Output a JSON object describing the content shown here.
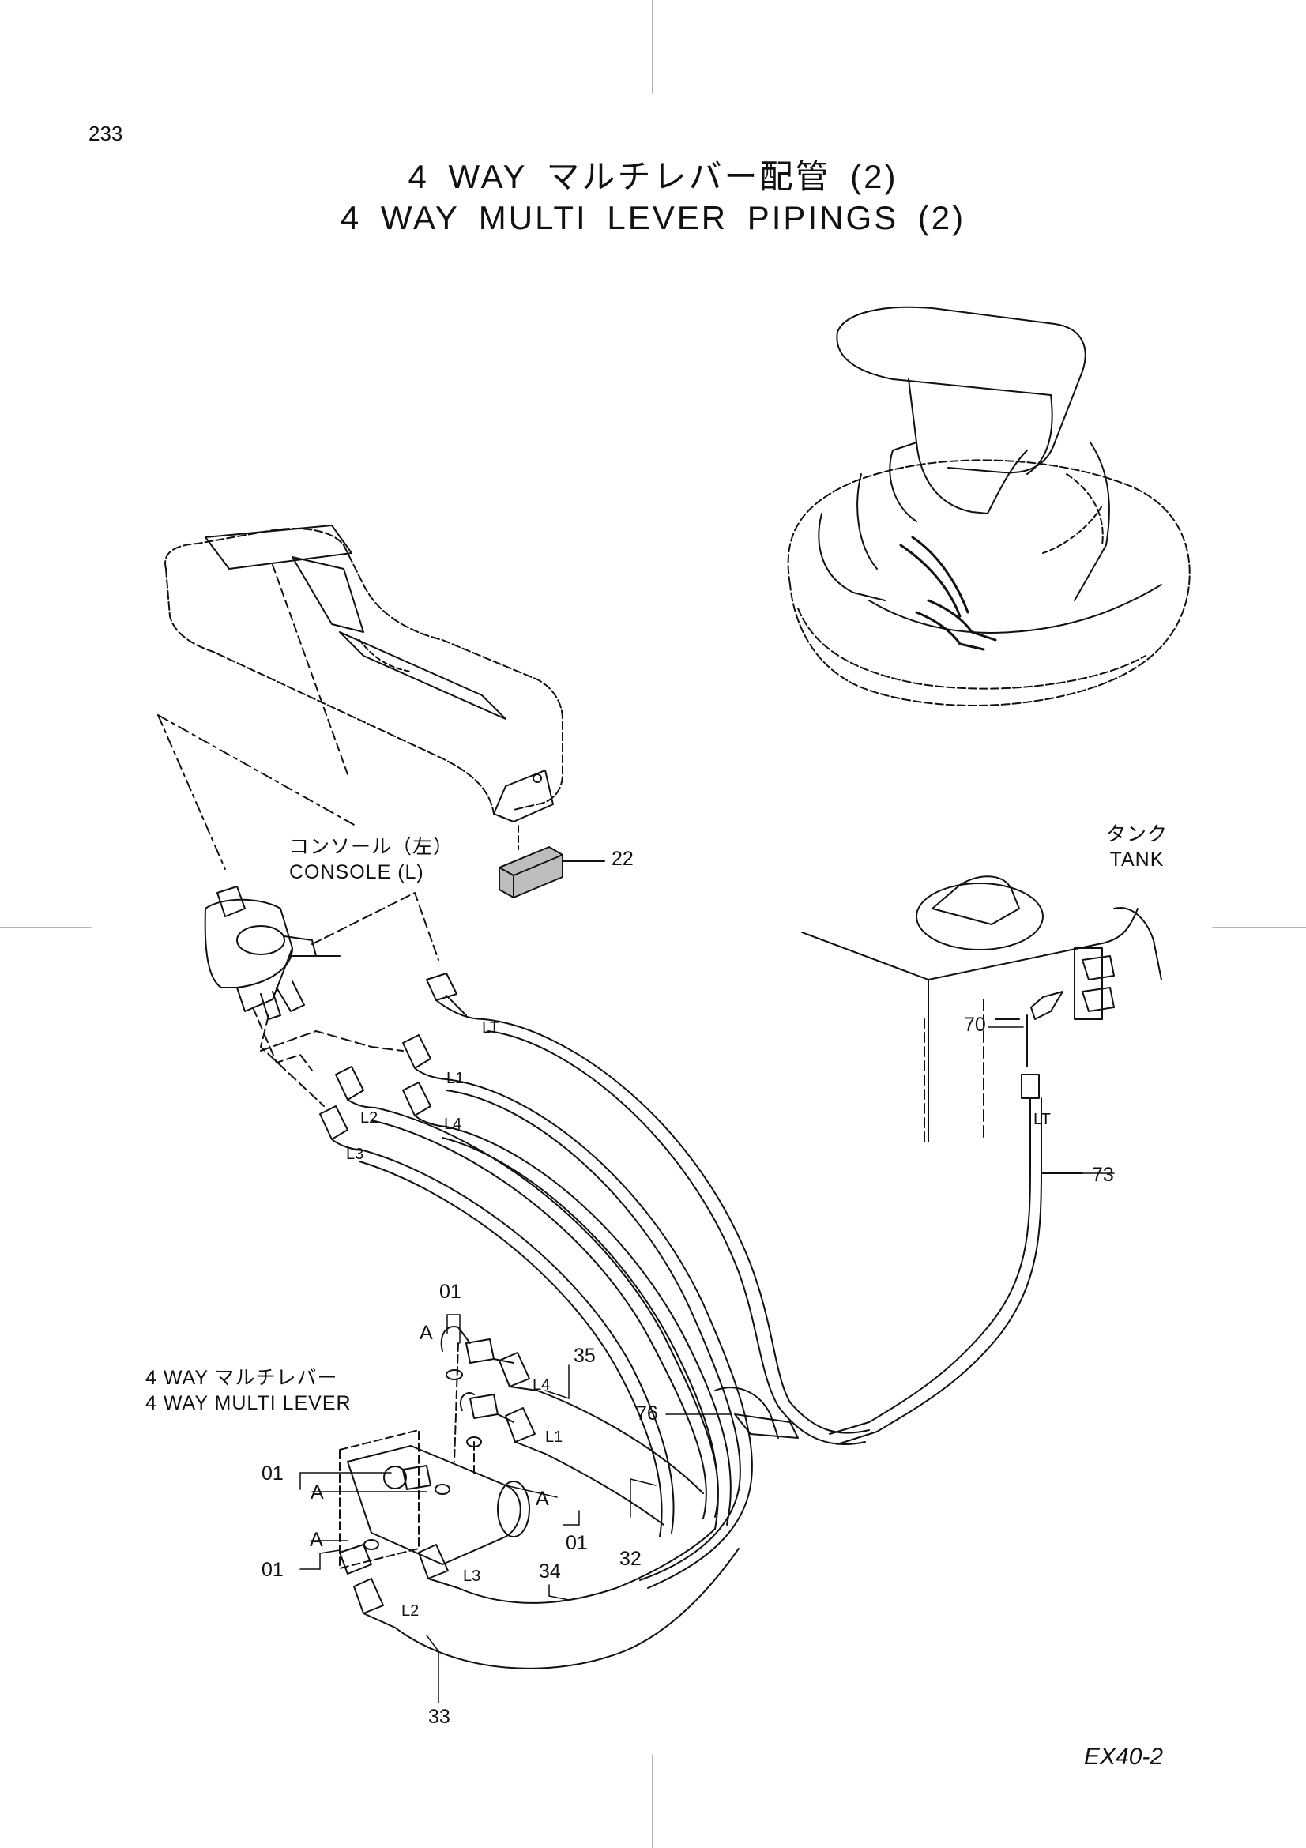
{
  "page_number": "233",
  "title": {
    "jp": "4 WAY マルチレバー配管 (2)",
    "en": "4 WAY MULTI LEVER PIPINGS (2)"
  },
  "labels": {
    "console_jp": "コンソール（左）",
    "console_en": "CONSOLE (L)",
    "tank_jp": "タンク",
    "tank_en": "TANK",
    "lever_jp": "4 WAY マルチレバー",
    "lever_en": "4 WAY MULTI LEVER"
  },
  "callouts": {
    "c22": "22",
    "c70": "70",
    "c73": "73",
    "c76": "76",
    "c35": "35",
    "c32": "32",
    "c34": "34",
    "c33": "33",
    "c01_top": "01",
    "c01_mid": "01",
    "c01_right": "01",
    "c01_bottom": "01",
    "a_top": "A",
    "a_mid": "A",
    "a_right": "A",
    "a_bottom": "A"
  },
  "port_labels": {
    "lt_console": "LT",
    "lt_tank": "LT",
    "l1_upper": "L1",
    "l2_upper": "L2",
    "l3_upper": "L3",
    "l4_upper": "L4",
    "l4_lower": "L4",
    "l1_lower": "L1",
    "l3_lower": "L3",
    "l2_lower": "L2"
  },
  "model_code": "EX40-2"
}
